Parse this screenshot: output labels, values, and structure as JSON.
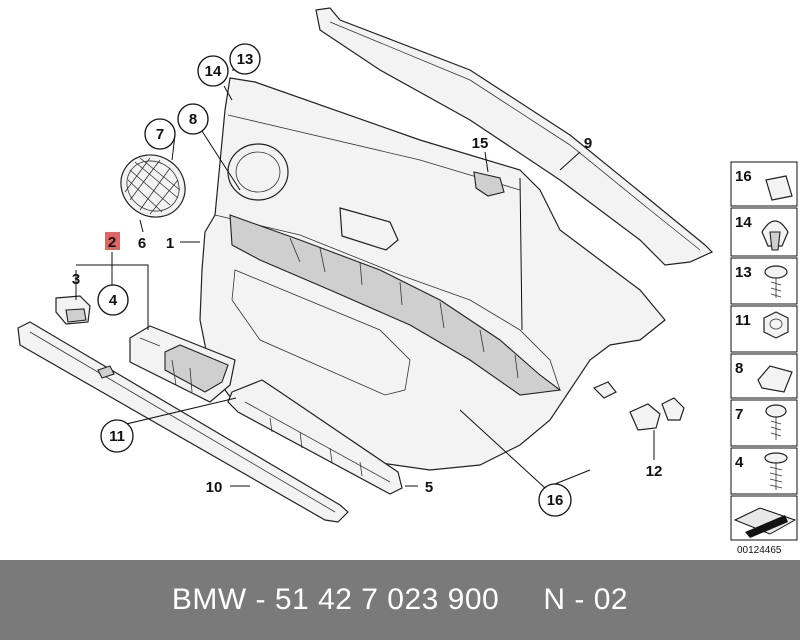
{
  "callouts": {
    "c1": "1",
    "c2": "2",
    "c3": "3",
    "c4": "4",
    "c5": "5",
    "c6": "6",
    "c7": "7",
    "c8": "8",
    "c9": "9",
    "c10": "10",
    "c11": "11",
    "c12": "12",
    "c13": "13",
    "c14": "14",
    "c15": "15",
    "c16": "16"
  },
  "highlight_color": "#e06666",
  "side_panel": {
    "items": [
      "16",
      "14",
      "13",
      "11",
      "8",
      "7",
      "4"
    ]
  },
  "diagram_ref": "00124465",
  "footer": {
    "text": "BMW - 51 42 7 023 900     N - 02"
  }
}
